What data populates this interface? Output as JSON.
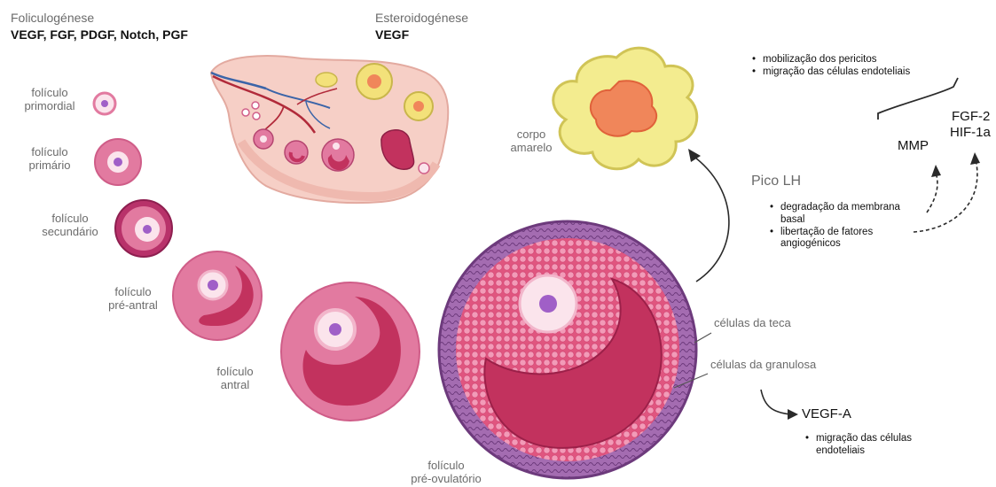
{
  "header": {
    "foliculogenese": {
      "title": "Foliculogénese",
      "factors": "VEGF, FGF, PDGF, Notch, PGF"
    },
    "esteroidogenese": {
      "title": "Esteroidogénese",
      "factors": "VEGF"
    }
  },
  "follicles": {
    "primordial": [
      "folículo",
      "primordial"
    ],
    "primario": [
      "folículo",
      "primário"
    ],
    "secundario": [
      "folículo",
      "secundário"
    ],
    "pre_antral": [
      "folículo",
      "pré-antral"
    ],
    "antral": [
      "folículo",
      "antral"
    ],
    "pre_ovulatorio": [
      "folículo",
      "pré-ovulatório"
    ]
  },
  "corpo_amarelo": [
    "corpo",
    "amarelo"
  ],
  "pico_lh": "Pico LH",
  "lh_effects": [
    "degradação da membrana basal",
    "libertação de fatores angiogénicos"
  ],
  "top_bullets": [
    "mobilização dos pericitos",
    "migração das células endoteliais"
  ],
  "mmp": "MMP",
  "fgf2": "FGF-2",
  "hif1a": "HIF-1a",
  "celulas_teca": "células da teca",
  "celulas_granulosa": "células da granulosa",
  "vegf_a": "VEGF-A",
  "vegf_a_bullets": [
    "migração das células endoteliais"
  ],
  "colors": {
    "follicle_pink": "#e27aa0",
    "antrum_crimson": "#c2325e",
    "oocyte_purple": "#a05fc7",
    "corpus_yellow": "#f3ec8f",
    "corpus_orange": "#f0865a",
    "theca_purple": "#8a4f9a"
  }
}
